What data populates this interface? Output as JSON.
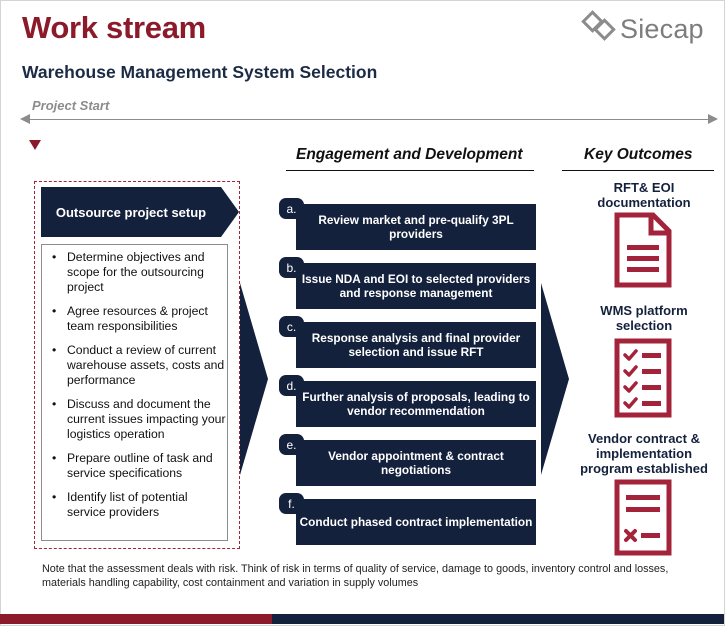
{
  "header": {
    "title": "Work stream",
    "subtitle": "Warehouse Management System Selection",
    "logo_text": "Siecap"
  },
  "timeline": {
    "start_label": "Project Start"
  },
  "columns": {
    "engagement_heading": "Engagement and Development",
    "outcomes_heading": "Key Outcomes"
  },
  "setup": {
    "label": "Outsource project setup",
    "items": [
      "Determine objectives and scope for the outsourcing project",
      "Agree resources & project team responsibilities",
      "Conduct a review of current warehouse assets, costs and performance",
      "Discuss and document the current issues impacting your logistics operation",
      "Prepare outline of task and service specifications",
      "Identify list of potential service providers"
    ]
  },
  "steps": [
    {
      "letter": "a.",
      "text": "Review market and pre-qualify 3PL providers"
    },
    {
      "letter": "b.",
      "text": "Issue NDA and EOI to selected providers and response management"
    },
    {
      "letter": "c.",
      "text": "Response analysis and final provider selection and issue RFT"
    },
    {
      "letter": "d.",
      "text": "Further analysis of proposals, leading to vendor recommendation"
    },
    {
      "letter": "e.",
      "text": "Vendor appointment & contract negotiations"
    },
    {
      "letter": "f.",
      "text": "Conduct phased contract implementation"
    }
  ],
  "outcomes": [
    {
      "label": "RFT& EOI documentation",
      "icon": "document-icon"
    },
    {
      "label": "WMS platform selection",
      "icon": "checklist-icon"
    },
    {
      "label": "Vendor contract & implementation program established",
      "icon": "contract-icon"
    }
  ],
  "note": "Note that the assessment deals with risk. Think of risk in terms of quality of service, damage to goods, inventory control and losses, materials handling capability, cost containment and variation in supply volumes",
  "colors": {
    "brand_red": "#8b1a2b",
    "navy": "#14213d",
    "grey": "#8c8c8c"
  }
}
